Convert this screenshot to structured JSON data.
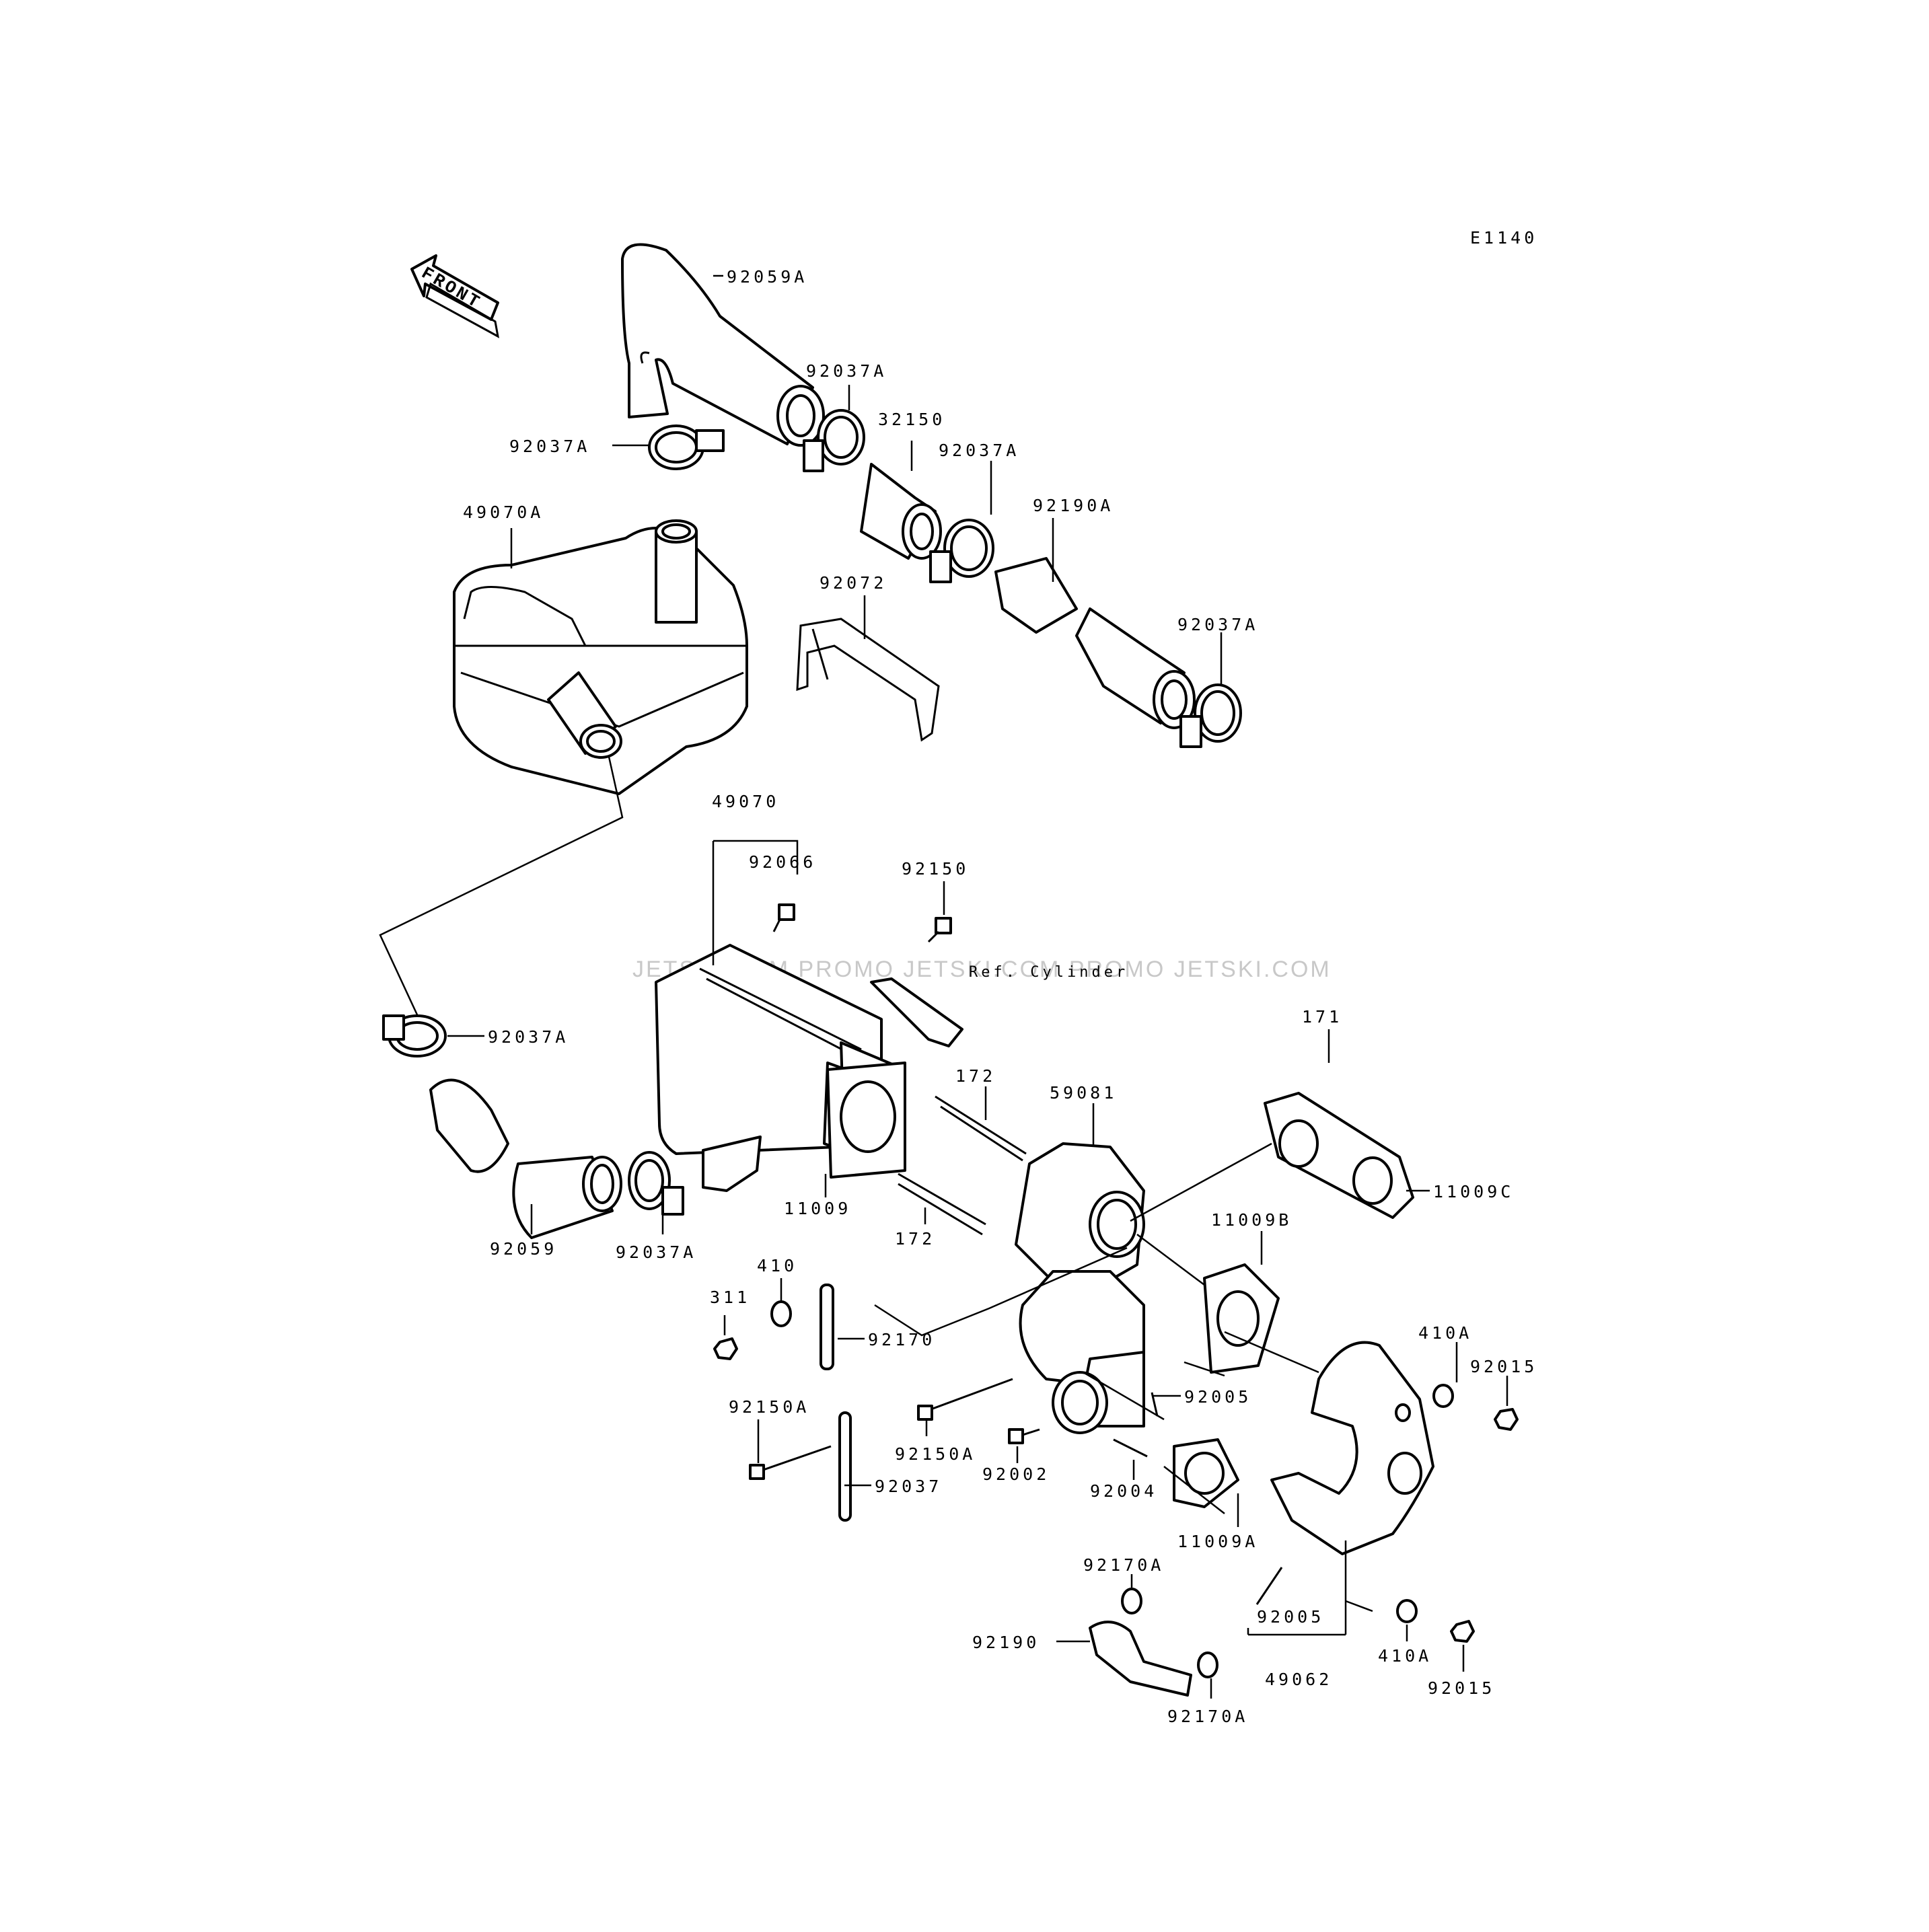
{
  "diagram": {
    "code": "E1140",
    "front_label": "FRONT",
    "watermark": "JETSKI.COM   PROMO JETSKI.COM   PROMO JETSKI.COM",
    "reference_note": "Ref. Cylinder",
    "labels": [
      "92059A",
      "92037A",
      "32150",
      "92037A",
      "92037A",
      "92190A",
      "49070A",
      "92072",
      "92037A",
      "49070",
      "92066",
      "92150",
      "92037A",
      "171",
      "172",
      "59081",
      "11009C",
      "11009",
      "172",
      "11009B",
      "92059",
      "92037A",
      "410",
      "311",
      "92170",
      "410A",
      "92015",
      "92005",
      "92150A",
      "92150A",
      "92002",
      "92004",
      "92037",
      "11009A",
      "92170A",
      "92005",
      "92190",
      "49062",
      "410A",
      "92015",
      "92170A"
    ]
  }
}
